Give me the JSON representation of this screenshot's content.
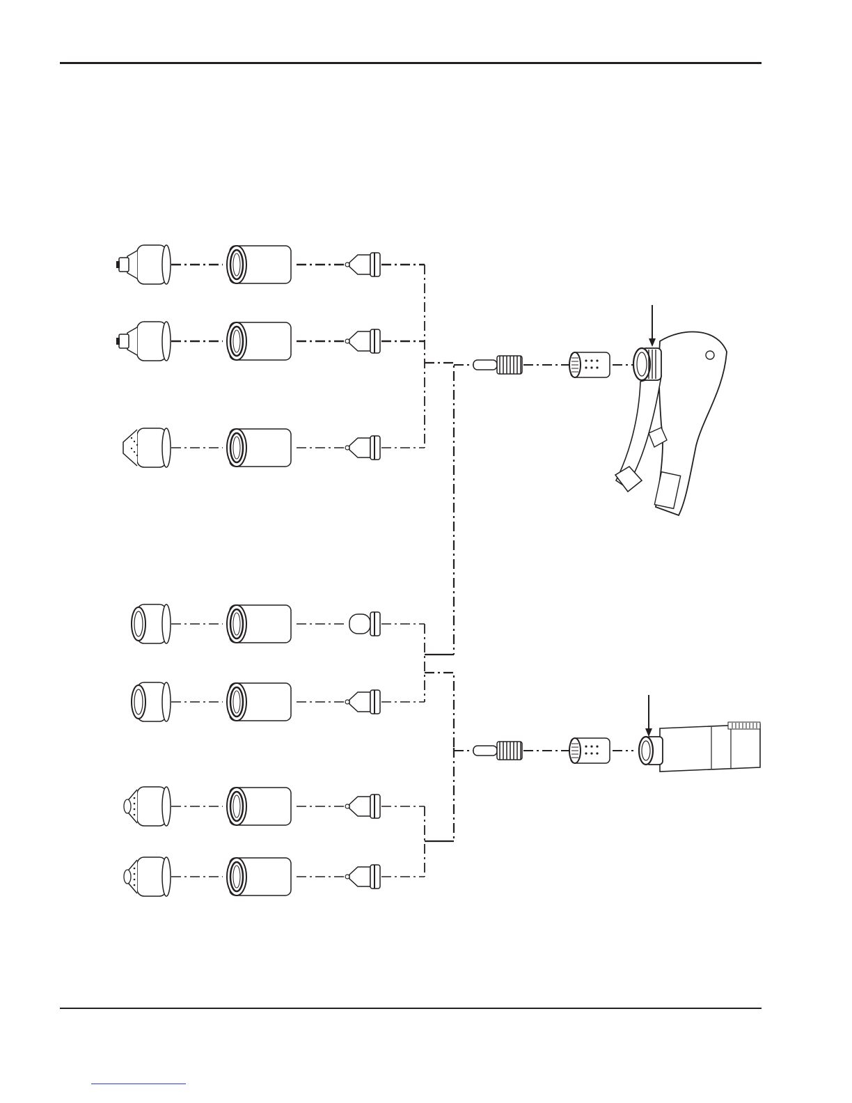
{
  "page": {
    "kind": "consumables-diagram",
    "colors": {
      "ink": "#231f20",
      "paper": "#ffffff",
      "link": "#2b3fd6"
    }
  },
  "diagram": {
    "description_labels": [],
    "upper_group": {
      "rows": [
        {
          "shield": "drag-shield-with-tabs",
          "retaining_cap": "retaining-cap",
          "nozzle": "nozzle"
        },
        {
          "shield": "drag-shield-with-tabs",
          "retaining_cap": "retaining-cap",
          "nozzle": "nozzle"
        },
        {
          "shield": "shield-with-vent-holes",
          "retaining_cap": "retaining-cap",
          "nozzle": "nozzle"
        }
      ]
    },
    "lower_groups": [
      {
        "rows": [
          {
            "shield": "ring-shield",
            "retaining_cap": "retaining-cap",
            "nozzle": "nozzle-round"
          },
          {
            "shield": "ring-shield",
            "retaining_cap": "retaining-cap",
            "nozzle": "nozzle"
          }
        ]
      },
      {
        "rows": [
          {
            "shield": "fine-cut-shield",
            "retaining_cap": "retaining-cap",
            "nozzle": "nozzle"
          },
          {
            "shield": "fine-cut-shield",
            "retaining_cap": "retaining-cap",
            "nozzle": "nozzle"
          }
        ]
      }
    ],
    "shared_parts": [
      "electrode",
      "swirl-ring"
    ],
    "torches": [
      {
        "name": "hand-torch",
        "pointer": "arrow-down-icon"
      },
      {
        "name": "machine-torch",
        "pointer": "arrow-down-icon"
      }
    ]
  }
}
